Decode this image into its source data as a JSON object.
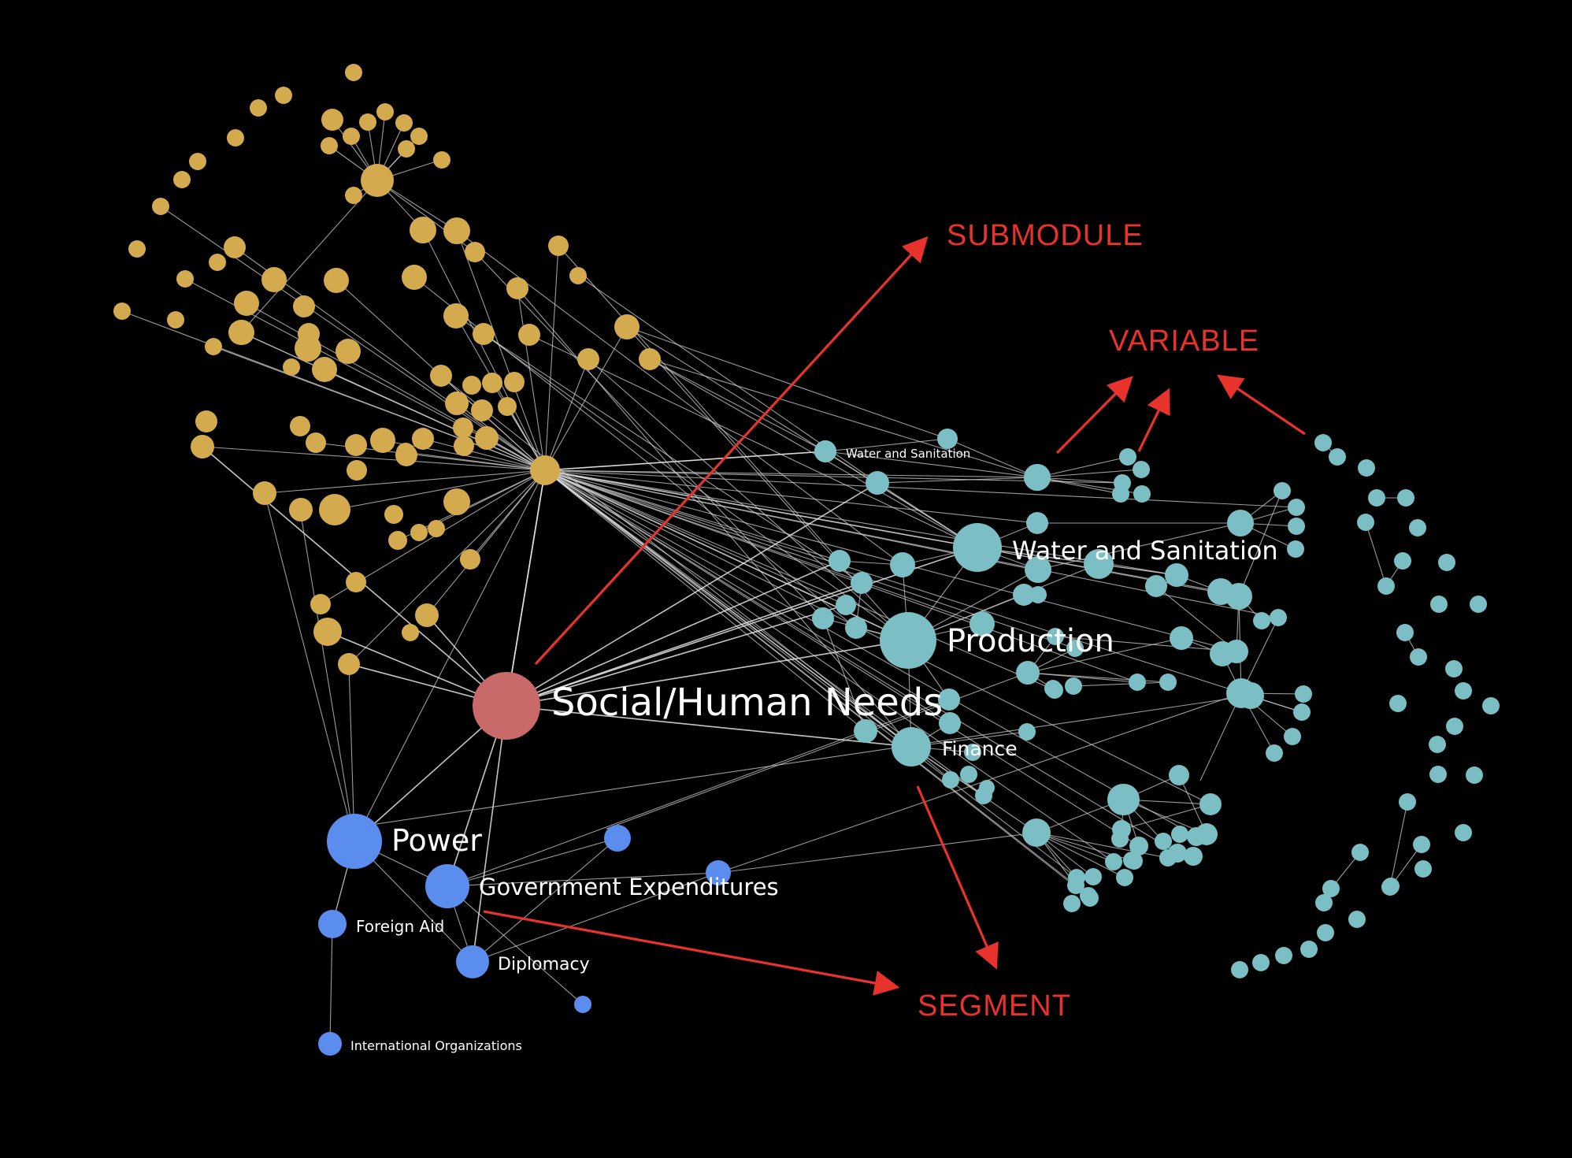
{
  "colors": {
    "background": "#000000",
    "edge": "#cfcfcf",
    "social": "#c96a6a",
    "gold": "#d4aa4f",
    "teal": "#7bbec4",
    "blue": "#5b8def",
    "annotation": "#e8322c",
    "label": "#ffffff"
  },
  "labels": {
    "social_human_needs": "Social/Human Needs",
    "production": "Production",
    "water_sanitation_segment": "Water and Sanitation",
    "water_sanitation_small": "Water and Sanitation",
    "finance": "Finance",
    "power": "Power",
    "government_expenditures": "Government Expenditures",
    "foreign_aid": "Foreign Aid",
    "diplomacy": "Diplomacy",
    "international_organizations": "International Organizations"
  },
  "annotations": {
    "submodule": "SUBMODULE",
    "variable": "VARIABLE",
    "segment": "SEGMENT"
  }
}
